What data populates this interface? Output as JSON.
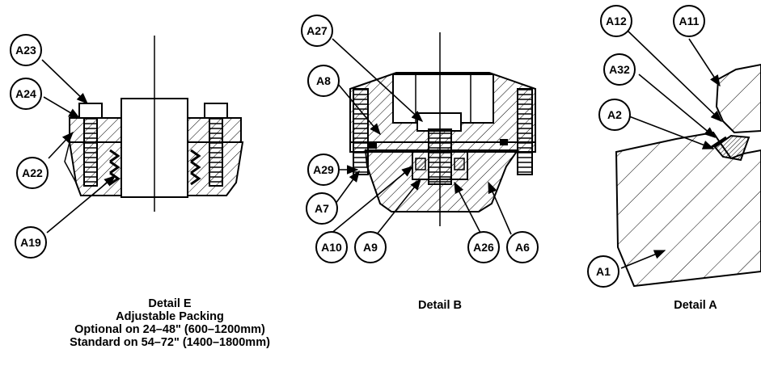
{
  "colors": {
    "ink": "#000000",
    "paper": "#ffffff"
  },
  "detail_e": {
    "caption": [
      "Detail E",
      "Adjustable Packing",
      "Optional on 24–48\" (600–1200mm)",
      "Standard on 54–72\" (1400–1800mm)"
    ],
    "callouts": {
      "a23": "A23",
      "a24": "A24",
      "a22": "A22",
      "a19": "A19"
    }
  },
  "detail_b": {
    "caption": "Detail B",
    "callouts": {
      "a27": "A27",
      "a8": "A8",
      "a29": "A29",
      "a7": "A7",
      "a10": "A10",
      "a9": "A9",
      "a26": "A26",
      "a6": "A6"
    }
  },
  "detail_a": {
    "caption": "Detail A",
    "callouts": {
      "a12": "A12",
      "a11": "A11",
      "a32": "A32",
      "a2": "A2",
      "a1": "A1"
    }
  }
}
